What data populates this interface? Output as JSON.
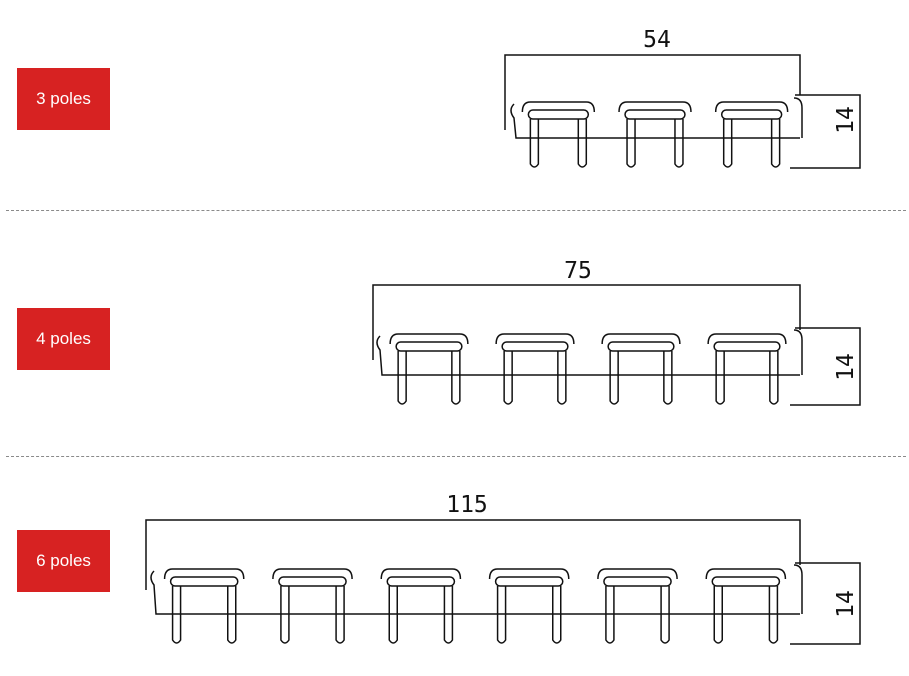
{
  "colors": {
    "label_bg": "#d72222",
    "line": "#111111",
    "divider": "#8a8a8a"
  },
  "sections": [
    {
      "label": "3 poles",
      "poles": 3,
      "length": "54",
      "height": "14"
    },
    {
      "label": "4 poles",
      "poles": 4,
      "length": "75",
      "height": "14"
    },
    {
      "label": "6 poles",
      "poles": 6,
      "length": "115",
      "height": "14"
    }
  ]
}
